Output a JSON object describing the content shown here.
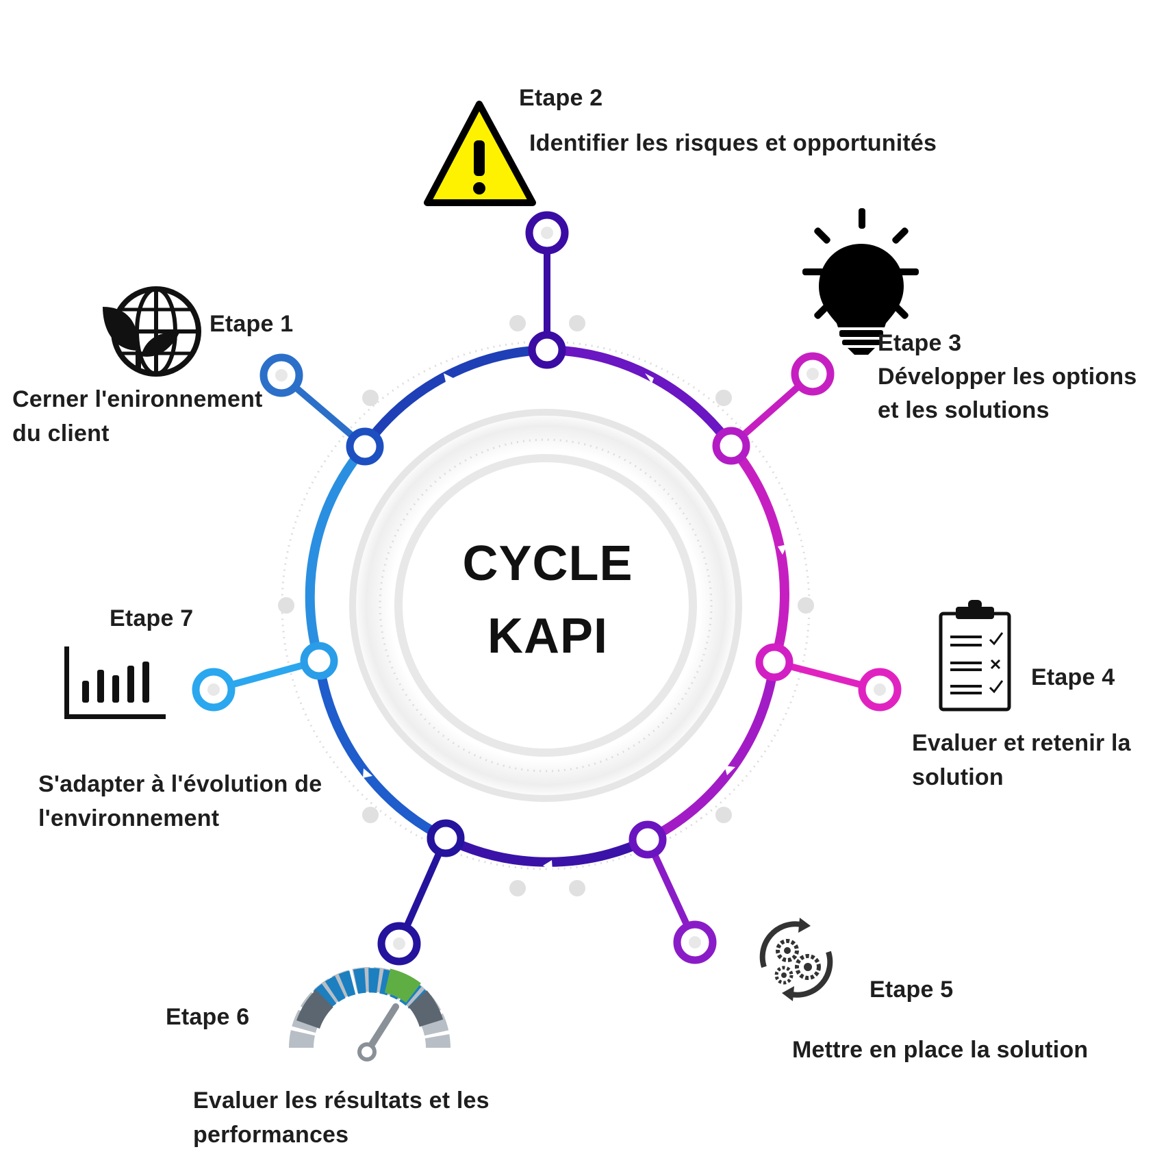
{
  "center": {
    "line1": "CYCLE",
    "line2": "KAPI"
  },
  "steps": [
    {
      "label": "Etape 1",
      "desc_lines": [
        "Cerner l'enironnement",
        "du client"
      ],
      "color": "#2b6fc9",
      "icon": "globe-plant-icon"
    },
    {
      "label": "Etape 2",
      "desc_lines": [
        "Identifier les risques et opportunités"
      ],
      "color": "#3a0ca3",
      "icon": "warning-triangle-icon"
    },
    {
      "label": "Etape 3",
      "desc_lines": [
        "Développer les options",
        "et les solutions"
      ],
      "color": "#c61fc1",
      "icon": "lightbulb-icon"
    },
    {
      "label": "Etape 4",
      "desc_lines": [
        "Evaluer et retenir la",
        "solution"
      ],
      "color": "#e023c0",
      "icon": "clipboard-checklist-icon"
    },
    {
      "label": "Etape 5",
      "desc_lines": [
        "Mettre en place la solution"
      ],
      "color": "#8a1cc7",
      "icon": "gears-cycle-icon"
    },
    {
      "label": "Etape 6",
      "desc_lines": [
        "Evaluer les résultats et les",
        "performances"
      ],
      "color": "#24139c",
      "icon": "gauge-icon"
    },
    {
      "label": "Etape 7",
      "desc_lines": [
        "S'adapter à l'évolution de",
        "l'environnement"
      ],
      "color": "#2aa7ee",
      "icon": "bar-chart-icon"
    }
  ],
  "colors": {
    "ring_blue": "#1d63c8",
    "ring_indigo": "#2a0f9c",
    "ring_purple": "#7a1bc8",
    "ring_magenta": "#d21fc4",
    "ring_cyan": "#2aa7ee",
    "warning_yellow": "#fff200"
  }
}
